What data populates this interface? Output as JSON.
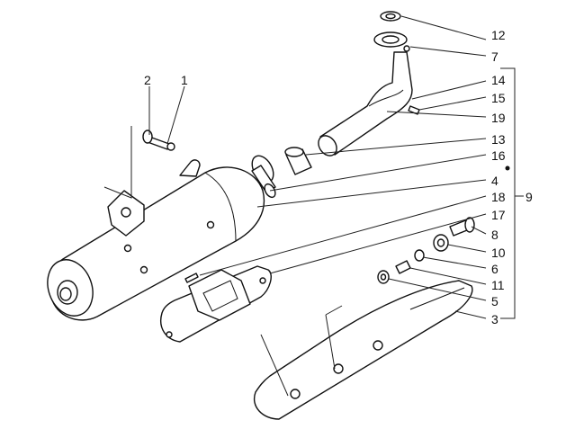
{
  "callouts": {
    "c1": "1",
    "c2": "2",
    "c3": "3",
    "c4": "4",
    "c5": "5",
    "c6": "6",
    "c7": "7",
    "c8": "8",
    "c9": "9",
    "c10": "10",
    "c11": "11",
    "c12": "12",
    "c13": "13",
    "c14": "14",
    "c15": "15",
    "c16": "16",
    "c17": "17",
    "c18": "18",
    "c19": "19"
  },
  "parts": [
    "muffler",
    "exhaust-pipe",
    "heat-shield",
    "shield-bracket",
    "gasket",
    "pipe-flange",
    "clamp",
    "sleeve",
    "bolt",
    "washer",
    "nut",
    "screw",
    "spacer",
    "bush"
  ]
}
